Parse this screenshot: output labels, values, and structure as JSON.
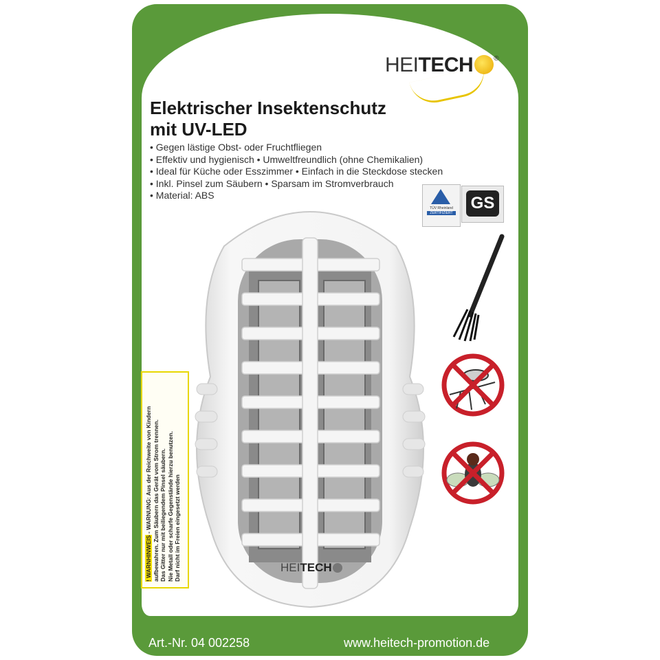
{
  "brand": {
    "logo_prefix": "HEI",
    "logo_bold": "TECH",
    "logo_reg": "®"
  },
  "product": {
    "title_line1": "Elektrischer Insektenschutz",
    "title_line2": "mit UV-LED",
    "bullets": [
      "• Gegen lästige Obst- oder Fruchtfliegen",
      "• Effektiv und hygienisch • Umweltfreundlich (ohne Chemikalien)",
      "• Ideal für Küche oder Esszimmer • Einfach in die Steckdose stecken",
      "• Inkl. Pinsel zum Säubern • Sparsam im Stromverbrauch",
      "• Material: ABS"
    ]
  },
  "certs": {
    "tuv_label": "TÜV Rheinland",
    "tuv_bar": "ZERTIFIZIERT",
    "gs_label": "GS"
  },
  "device_logo": {
    "prefix": "HEI",
    "bold": "TECH"
  },
  "warning": {
    "highlight": "! WARNHINWEIS",
    "lines": [
      " - WARNUNG: Aus der Reichweite von Kindern",
      "aufbewahren. Zum Säubern das Gerät vom Strom trennen.",
      "Das Gitter nur mit beiliegendem Pinsel säubern.",
      "Nie Metall oder scharfe Gegenstände hierzu benutzen.",
      "Darf nicht im Freien eingesetzt werden"
    ]
  },
  "footer": {
    "art_nr": "Art.-Nr. 04 002258",
    "url": "www.heitech-promotion.de"
  },
  "colors": {
    "card_green": "#5a9a3a",
    "no_sign_red": "#c8202a",
    "warning_yellow": "#f6e000"
  }
}
